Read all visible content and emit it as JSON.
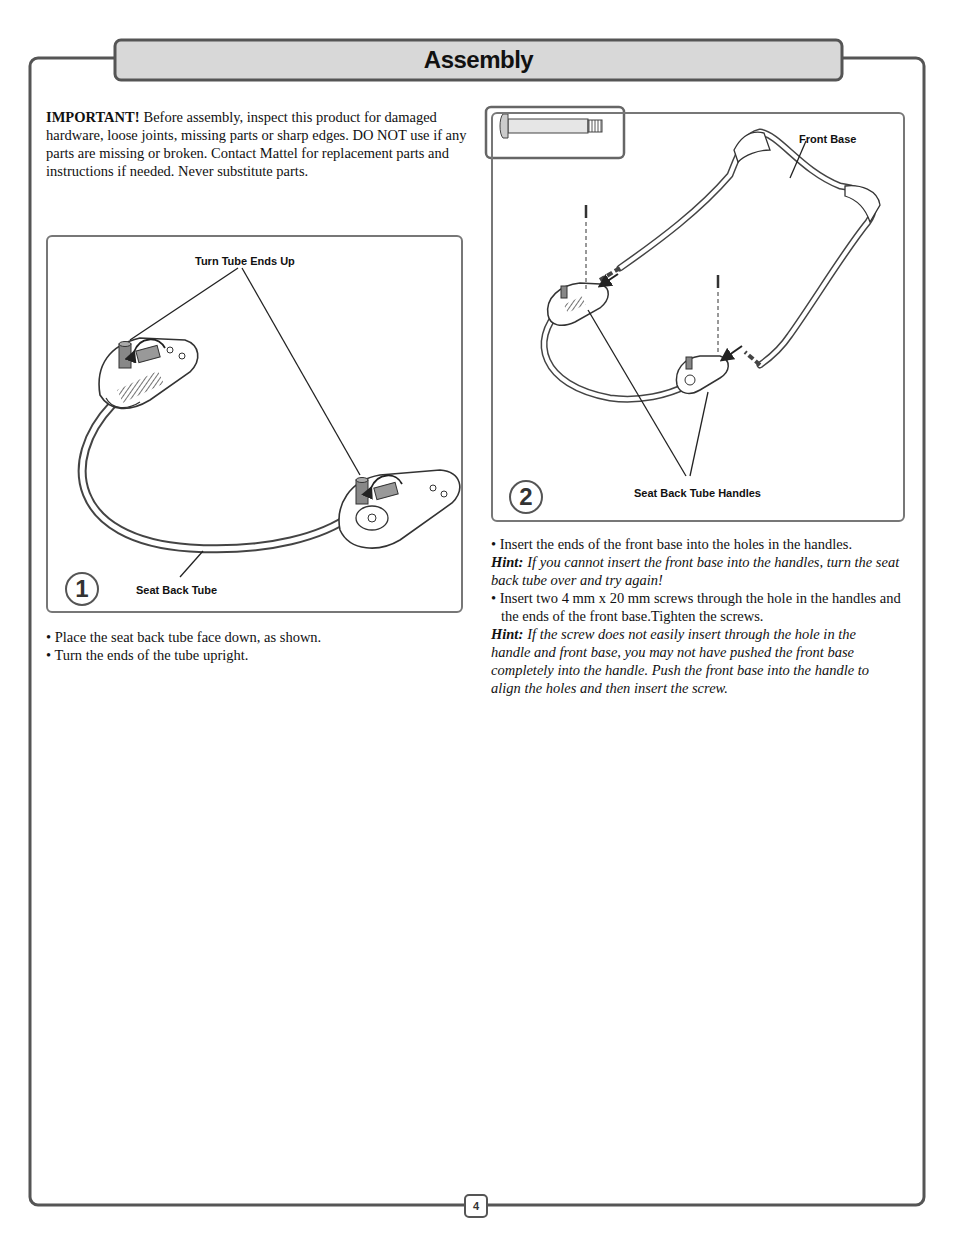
{
  "diagram": {
    "title": "Assembly",
    "nodes": [
      {
        "text": [
          "Turn Tube Ends Up",
          "Seat Back Tube"
        ]
      },
      {
        "text": [
          "1"
        ],
        "in": 0
      },
      {
        "text": [
          "Front Base",
          "Seat Back Tube Handles"
        ]
      },
      {
        "text": [
          "2"
        ],
        "in": 2
      },
      {
        "text": [
          "4"
        ]
      }
    ],
    "labels": [
      "IMPORTANT!",
      "Before assembly, inspect this product for damaged hardware, loose joints, missing parts or sharp edges. DO NOT use if any parts are missing or broken. Contact Mattel for replacement parts and instructions if needed. Never substitute parts.",
      "• Place the seat back tube face down, as shown.",
      "• Turn the ends of the tube upright.",
      "• Insert the ends of the front base into the holes in the handles.",
      "Hint:",
      "If you cannot insert the front base into the handles, turn the seat back tube over and try again!",
      "• Insert two 4 mm x 20 mm screws through the hole in the handles and the ends of the front base.Tighten the screws.",
      "Hint:",
      "If the screw does not easily insert through the hole in the handle and front base, you may not have pushed the front base completely into the handle. Push the front base into the handle to align the holes and then insert the screw."
    ]
  }
}
